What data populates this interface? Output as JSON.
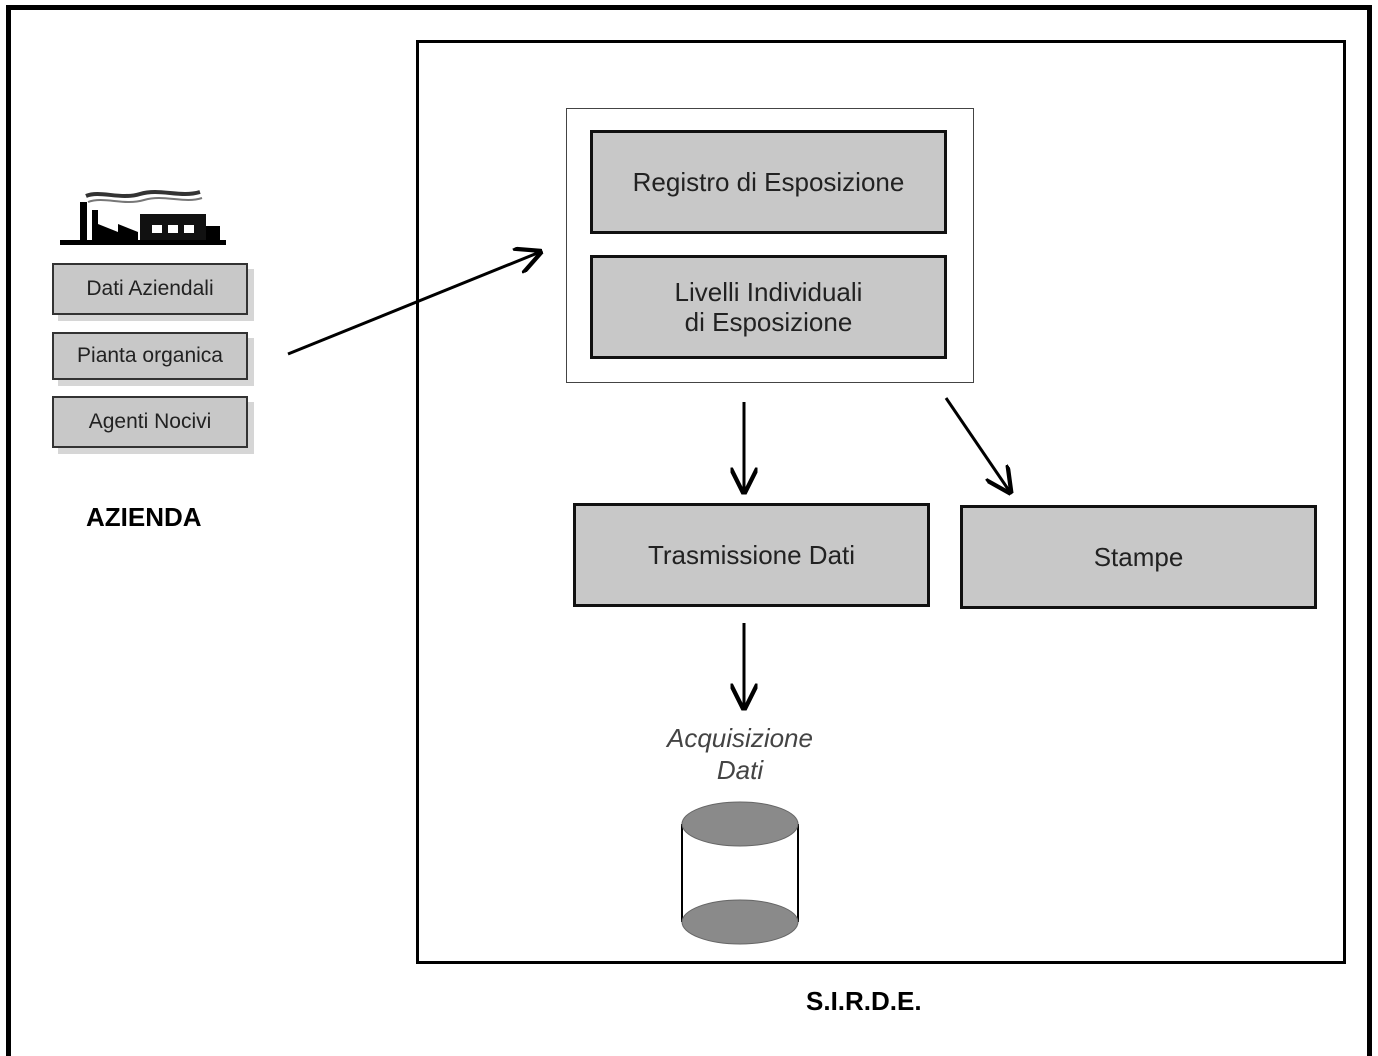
{
  "azienda": {
    "items": [
      {
        "label": "Dati Aziendali"
      },
      {
        "label": "Pianta organica"
      },
      {
        "label": "Agenti Nocivi"
      }
    ],
    "label": "AZIENDA",
    "icon": "factory-icon"
  },
  "sirde": {
    "registro": "Registro di Esposizione",
    "livelli": "Livelli Individuali\ndi Esposizione",
    "trasmissione": "Trasmissione Dati",
    "stampe": "Stampe",
    "acquisizione": "Acquisizione\nDati",
    "label": "S.I.R.D.E.",
    "db_icon": "database-cylinder-icon"
  },
  "colors": {
    "box_fill": "#c8c8c8",
    "border": "#111111",
    "db_fill": "#8a8a8a"
  }
}
